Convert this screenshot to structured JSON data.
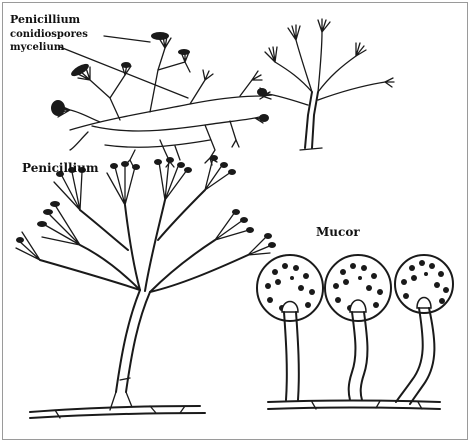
{
  "labels": {
    "penicillium_top": "Penicillium",
    "conidiospores": "conidiospores",
    "mycelium": "mycelium",
    "penicillium_bottom": "Penicillium",
    "mucor": "Mucor"
  }
}
